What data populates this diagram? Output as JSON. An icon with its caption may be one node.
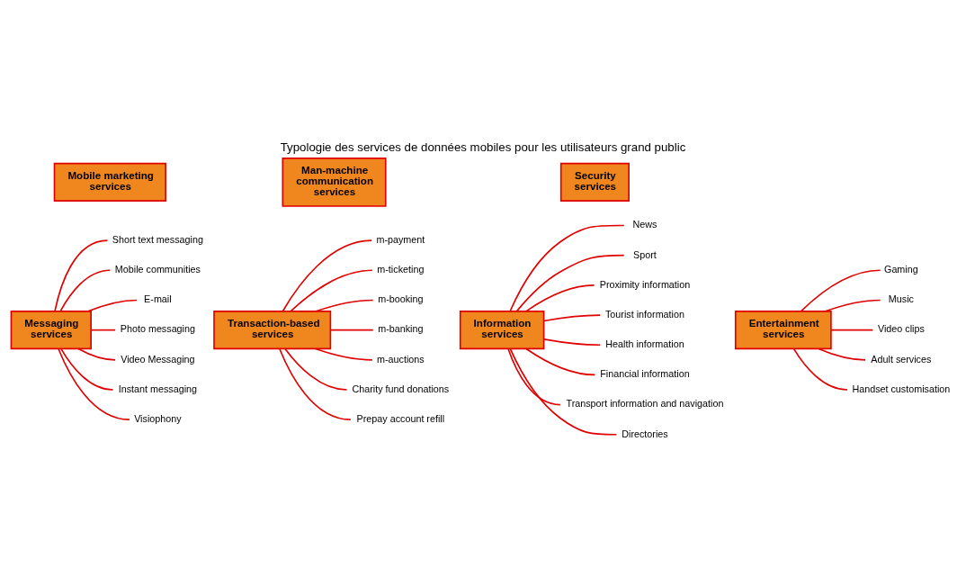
{
  "diagram": {
    "title": "Typologie des services de données mobiles pour les utilisateurs grand public",
    "nodes": [
      {
        "text": [
          "Messaging services"
        ]
      },
      {
        "text": [
          "Short text messaging"
        ]
      },
      {
        "text": [
          "Mobile communities"
        ]
      },
      {
        "text": [
          "E-mail"
        ]
      },
      {
        "text": [
          "Photo messaging"
        ]
      },
      {
        "text": [
          "Video Messaging"
        ]
      },
      {
        "text": [
          "Instant messaging"
        ]
      },
      {
        "text": [
          "Visiophony"
        ]
      },
      {
        "text": [
          "Transaction-based services"
        ]
      },
      {
        "text": [
          "m-payment"
        ]
      },
      {
        "text": [
          "m-ticketing"
        ]
      },
      {
        "text": [
          "m-booking"
        ]
      },
      {
        "text": [
          "m-banking"
        ]
      },
      {
        "text": [
          "m-auctions"
        ]
      },
      {
        "text": [
          "Charity fund donations"
        ]
      },
      {
        "text": [
          "Prepay account refill"
        ]
      },
      {
        "text": [
          "Information services"
        ]
      },
      {
        "text": [
          "News"
        ]
      },
      {
        "text": [
          "Sport"
        ]
      },
      {
        "text": [
          "Proximity information"
        ]
      },
      {
        "text": [
          "Tourist information"
        ]
      },
      {
        "text": [
          "Health information"
        ]
      },
      {
        "text": [
          "Financial information"
        ]
      },
      {
        "text": [
          "Transport information and navigation"
        ]
      },
      {
        "text": [
          "Directories"
        ]
      },
      {
        "text": [
          "Entertainment services"
        ]
      },
      {
        "text": [
          "Gaming"
        ]
      },
      {
        "text": [
          "Music"
        ]
      },
      {
        "text": [
          "Video clips"
        ]
      },
      {
        "text": [
          "Adult services"
        ]
      },
      {
        "text": [
          "Handset customisation"
        ]
      },
      {
        "text": [
          "Mobile marketing services"
        ]
      },
      {
        "text": [
          "Man-machine communication services"
        ]
      },
      {
        "text": [
          "Security services"
        ]
      }
    ],
    "edges": [
      {
        "from": 0,
        "to": 1,
        "arrow": "none"
      },
      {
        "from": 0,
        "to": 2,
        "arrow": "none"
      },
      {
        "from": 0,
        "to": 3,
        "arrow": "none"
      },
      {
        "from": 0,
        "to": 4,
        "arrow": "none"
      },
      {
        "from": 0,
        "to": 5,
        "arrow": "none"
      },
      {
        "from": 0,
        "to": 6,
        "arrow": "none"
      },
      {
        "from": 0,
        "to": 7,
        "arrow": "none"
      },
      {
        "from": 8,
        "to": 9,
        "arrow": "none"
      },
      {
        "from": 8,
        "to": 10,
        "arrow": "none"
      },
      {
        "from": 8,
        "to": 11,
        "arrow": "none"
      },
      {
        "from": 8,
        "to": 12,
        "arrow": "none"
      },
      {
        "from": 8,
        "to": 13,
        "arrow": "none"
      },
      {
        "from": 8,
        "to": 14,
        "arrow": "none"
      },
      {
        "from": 8,
        "to": 15,
        "arrow": "none"
      },
      {
        "from": 16,
        "to": 17,
        "arrow": "none"
      },
      {
        "from": 16,
        "to": 18,
        "arrow": "none"
      },
      {
        "from": 16,
        "to": 19,
        "arrow": "none"
      },
      {
        "from": 16,
        "to": 20,
        "arrow": "none"
      },
      {
        "from": 16,
        "to": 21,
        "arrow": "none"
      },
      {
        "from": 16,
        "to": 22,
        "arrow": "none"
      },
      {
        "from": 16,
        "to": 23,
        "arrow": "none"
      },
      {
        "from": 16,
        "to": 24,
        "arrow": "none"
      },
      {
        "from": 25,
        "to": 26,
        "arrow": "none"
      },
      {
        "from": 25,
        "to": 27,
        "arrow": "none"
      },
      {
        "from": 25,
        "to": 28,
        "arrow": "none"
      },
      {
        "from": 25,
        "to": 29,
        "arrow": "none"
      },
      {
        "from": 25,
        "to": 30,
        "arrow": "none"
      }
    ]
  }
}
